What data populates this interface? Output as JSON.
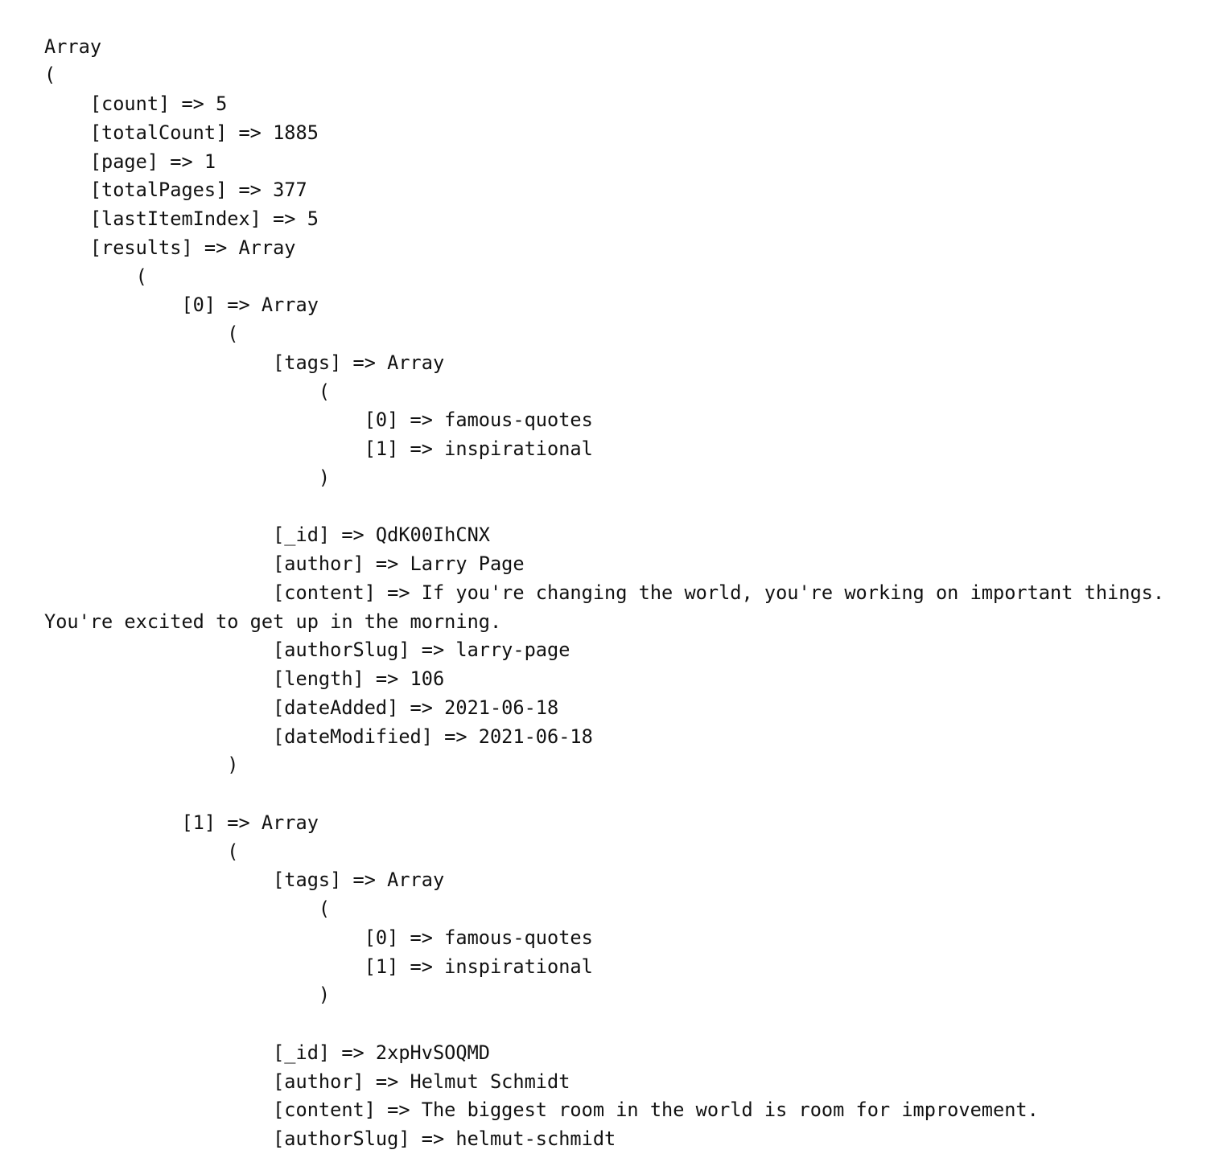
{
  "lines": [
    "Array",
    "(",
    "    [count] => 5",
    "    [totalCount] => 1885",
    "    [page] => 1",
    "    [totalPages] => 377",
    "    [lastItemIndex] => 5",
    "    [results] => Array",
    "        (",
    "            [0] => Array",
    "                (",
    "                    [tags] => Array",
    "                        (",
    "                            [0] => famous-quotes",
    "                            [1] => inspirational",
    "                        )",
    "",
    "                    [_id] => QdK00IhCNX",
    "                    [author] => Larry Page",
    "                    [content] => If you're changing the world, you're working on important things.",
    "You're excited to get up in the morning.",
    "                    [authorSlug] => larry-page",
    "                    [length] => 106",
    "                    [dateAdded] => 2021-06-18",
    "                    [dateModified] => 2021-06-18",
    "                )",
    "",
    "            [1] => Array",
    "                (",
    "                    [tags] => Array",
    "                        (",
    "                            [0] => famous-quotes",
    "                            [1] => inspirational",
    "                        )",
    "",
    "                    [_id] => 2xpHvSOQMD",
    "                    [author] => Helmut Schmidt",
    "                    [content] => The biggest room in the world is room for improvement.",
    "                    [authorSlug] => helmut-schmidt"
  ]
}
